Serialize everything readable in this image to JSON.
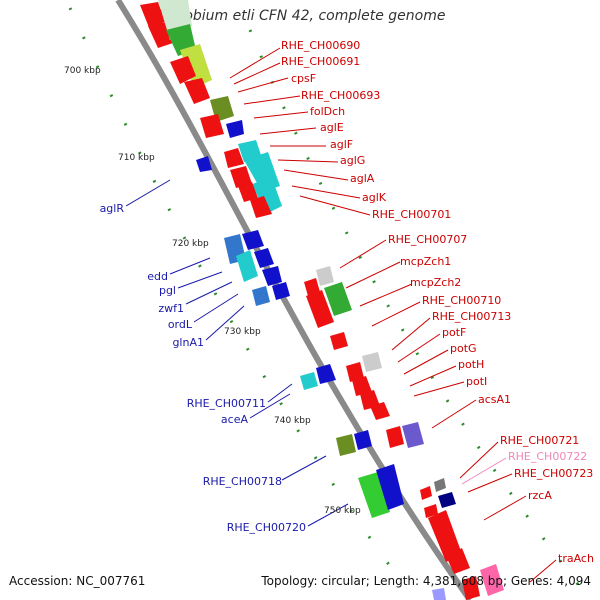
{
  "header": {
    "title": "Rhizobium etli CFN 42, complete genome"
  },
  "footer": {
    "accession": "Accession: NC_007761",
    "summary": "Topology: circular; Length: 4,381,608 bp; Genes: 4,094"
  },
  "scale": {
    "ticks": [
      "700 kbp",
      "710 kbp",
      "720 kbp",
      "730 kbp",
      "740 kbp",
      "750 kbp"
    ]
  },
  "genes_forward": [
    "RHE_CH00690",
    "RHE_CH00691",
    "cpsF",
    "RHE_CH00693",
    "folDch",
    "aglE",
    "aglF",
    "aglG",
    "aglA",
    "aglK",
    "RHE_CH00701",
    "RHE_CH00707",
    "mcpZch1",
    "mcpZch2",
    "RHE_CH00710",
    "RHE_CH00713",
    "potF",
    "potG",
    "potH",
    "potI",
    "acsA1",
    "RHE_CH00721",
    "RHE_CH00722",
    "RHE_CH00723",
    "rzcA",
    "traAch"
  ],
  "genes_reverse": [
    "aglR",
    "edd",
    "pgl",
    "zwf1",
    "ordL",
    "glnA1",
    "RHE_CH00711",
    "aceA",
    "RHE_CH00718",
    "RHE_CH00720"
  ],
  "colors": {
    "forward_label": "#cc0000",
    "reverse_label": "#1a1aaa",
    "faded_label": "#ee88bb",
    "backbone": "#888888",
    "tick_dots": "#2e8b2e"
  }
}
